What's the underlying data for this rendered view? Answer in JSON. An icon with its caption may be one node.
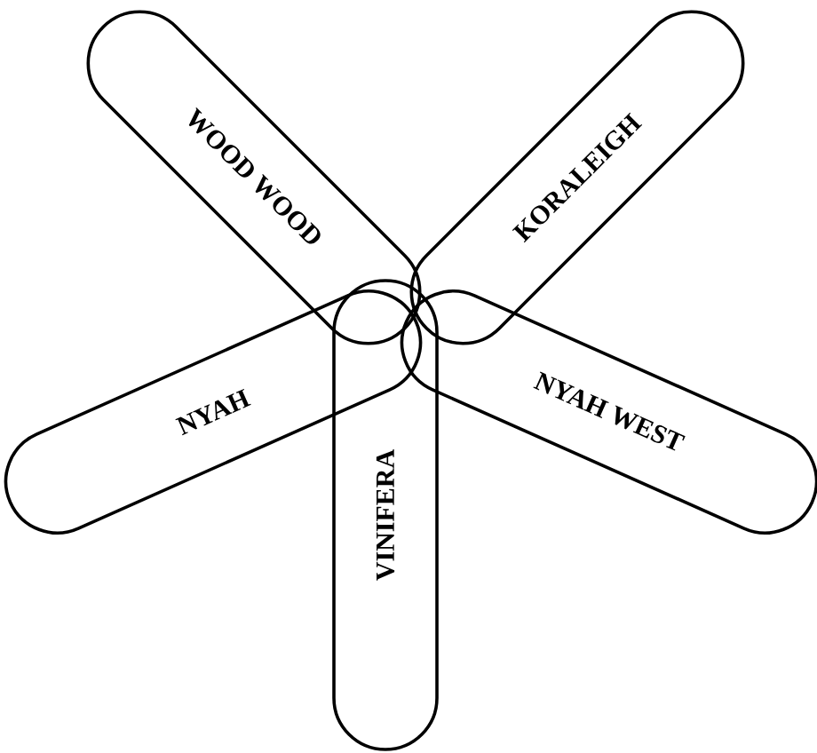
{
  "diagram": {
    "nodes": [
      {
        "text": [
          "WOOD WOOD"
        ]
      },
      {
        "text": [
          "KORALEIGH"
        ]
      },
      {
        "text": [
          "NYAH"
        ]
      },
      {
        "text": [
          "NYAH WEST"
        ]
      },
      {
        "text": [
          "VINIFERA"
        ]
      }
    ]
  }
}
